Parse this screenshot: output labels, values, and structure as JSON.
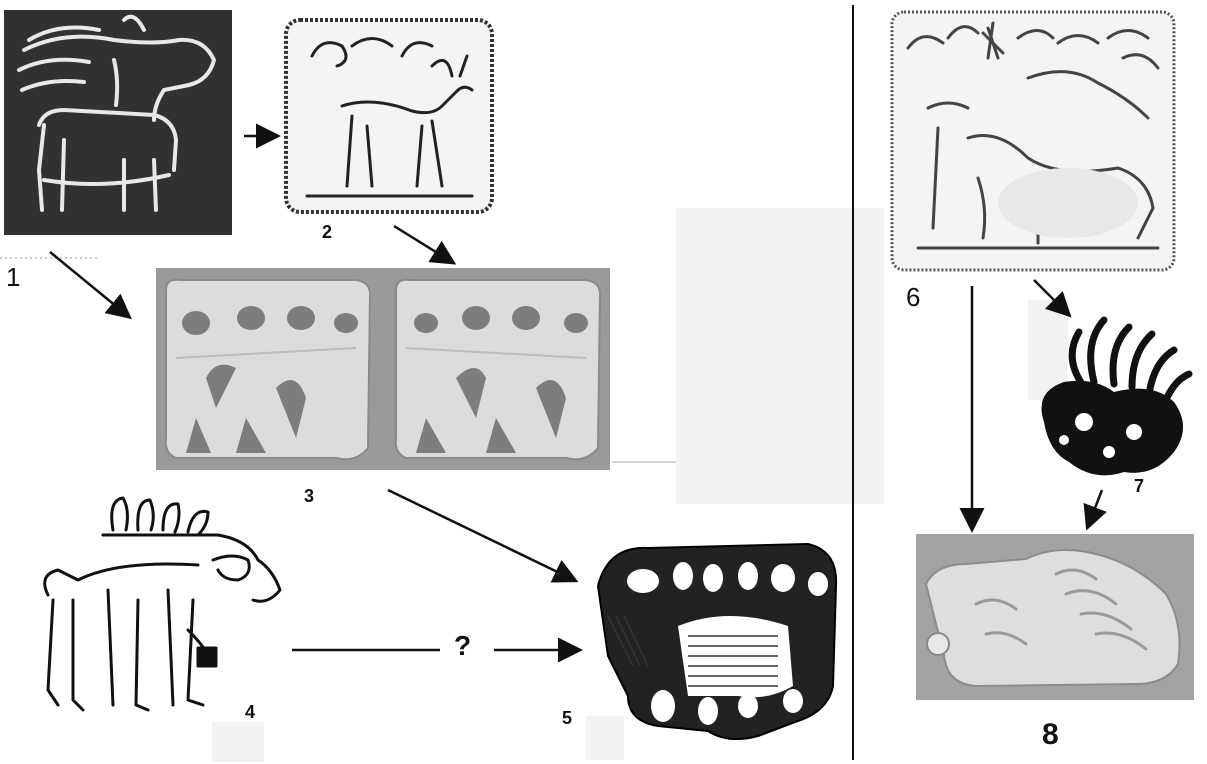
{
  "labels": {
    "fig1": "1",
    "fig2": "2",
    "fig3": "3",
    "fig4": "4",
    "fig5": "5",
    "fig6": "6",
    "fig7": "7",
    "fig8": "8",
    "question": "?"
  },
  "colors": {
    "ink": "#111111",
    "photo_bg": "#9a9a9a",
    "plaque_silver": "#d9d9d9",
    "dark_plate": "#262626",
    "rubbing_bg": "#f4f4f4"
  },
  "icons": {
    "fig1": "horse-with-bird-icon",
    "fig2": "stag-plaque-icon",
    "fig3": "paired-animal-buckles-icon",
    "fig4": "horned-animal-drawing-icon",
    "fig5": "openwork-animal-plaque-icon",
    "fig6": "deer-rubbing-icon",
    "fig7": "antlered-head-icon",
    "fig8": "silver-deer-plaque-icon"
  }
}
